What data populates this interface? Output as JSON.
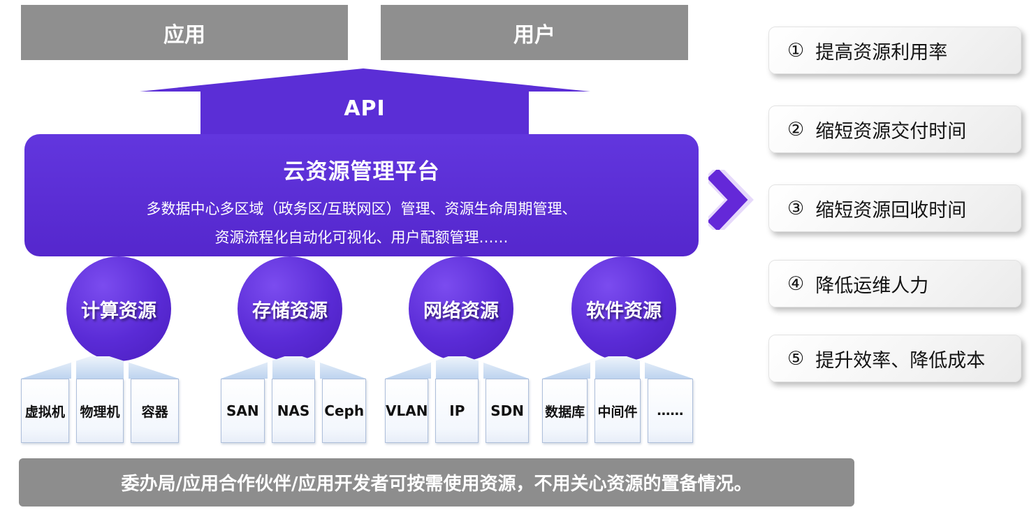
{
  "top": {
    "boxes": [
      {
        "label": "应用"
      },
      {
        "label": "用户"
      }
    ],
    "api_label": "API"
  },
  "platform": {
    "title": "云资源管理平台",
    "desc1": "多数据中心多区域（政务区/互联网区）管理、资源生命周期管理、",
    "desc2": "资源流程化自动化可视化、用户配额管理……"
  },
  "resources": [
    {
      "label": "计算资源",
      "items": [
        "虚拟机",
        "物理机",
        "容器"
      ]
    },
    {
      "label": "存储资源",
      "items": [
        "SAN",
        "NAS",
        "Ceph"
      ]
    },
    {
      "label": "网络资源",
      "items": [
        "VLAN",
        "IP",
        "SDN"
      ]
    },
    {
      "label": "软件资源",
      "items": [
        "数据库",
        "中间件",
        "……"
      ]
    }
  ],
  "benefits": [
    {
      "num": "①",
      "label": "提高资源利用率"
    },
    {
      "num": "②",
      "label": "缩短资源交付时间"
    },
    {
      "num": "③",
      "label": "缩短资源回收时间"
    },
    {
      "num": "④",
      "label": "降低运维人力"
    },
    {
      "num": "⑤",
      "label": "提升效率、降低成本"
    }
  ],
  "footer": {
    "text": "委办局/应用合作伙伴/应用开发者可按需使用资源，不用关心资源的置备情况。"
  },
  "colors": {
    "purple": "#5b2ed6",
    "gray": "#8f8f8f"
  }
}
